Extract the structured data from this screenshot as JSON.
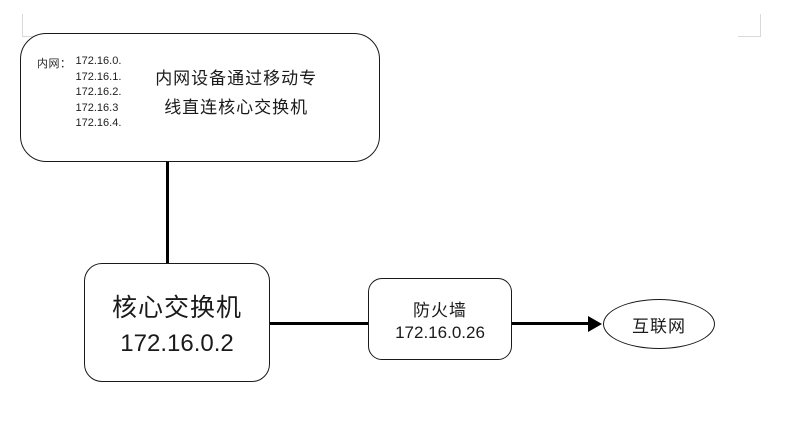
{
  "diagram": {
    "type": "network-topology",
    "background_color": "#ffffff",
    "line_color": "#000000",
    "note": {
      "ip_label": "内网：",
      "ip_addresses": [
        "172.16.0.",
        "172.16.1.",
        "172.16.2.",
        "172.16.3",
        "172.16.4."
      ],
      "description_line1": "内网设备通过移动专",
      "description_line2": "线直连核心交换机"
    },
    "nodes": {
      "core_switch": {
        "title": "核心交换机",
        "ip": "172.16.0.2"
      },
      "firewall": {
        "title": "防火墙",
        "ip": "172.16.0.26"
      },
      "internet": {
        "title": "互联网"
      }
    }
  }
}
